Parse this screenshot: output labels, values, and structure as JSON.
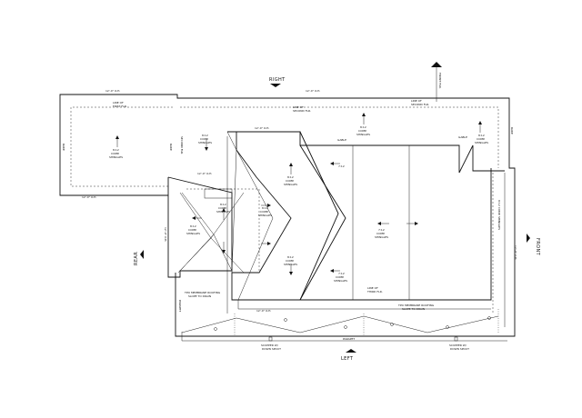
{
  "direction_labels": {
    "right": "RIGHT",
    "left": "LEFT",
    "front": "FRONT",
    "rear": "REAR"
  },
  "plan_notes": {
    "wall_line_upper": "LINE OF\nSECOND FLR.",
    "wall_line_upper_left": "LINE OF\nFIRST FLR.",
    "wall_line_third": "LINE OF\nTHIRD FLR.",
    "wall_line_third_lower": "LINE OF\nTHIRD FLR.",
    "roof_left_main": "8:12\nCOMP.\nSHINGLES",
    "roof_center_upper": "8:12\nCOMP.\nSHINGLES",
    "roof_small_upper": "8:12\nCOMP.\nSHINGLES",
    "roof_gable_left": "8:12\nCOMP.\nSHINGLES",
    "roof_mid_upper": "8:12\nCOMP.\nSHINGLES",
    "roof_mid_lower": "8:12\nCOMP.\nSHINGLES",
    "roof_right_main": "7:12\nCOMP.\nSHINGLES",
    "roof_right_small": "7:12",
    "roof_right_lower": "7:12\nCOMP.\nSHINGLES",
    "roof_far_right": "8:12\nCOMP.\nSHINGLES",
    "membrane_left": "TPO MEMBRANE ROOFING\nSLOPE TO DRAIN",
    "membrane_right": "TPO MEMBRANE ROOFING\nSLOPE TO DRAIN",
    "scupper_left": "SCUPPER W/\nDOWN SPOUT",
    "scupper_right": "SCUPPER W/\nDOWN SPOUT",
    "parapet": "PARAPET",
    "gable_top": "GABLE",
    "gable_right": "GABLE",
    "rake_left": "RAKE",
    "rake_mid": "RAKE",
    "rake_right": "RAKE",
    "first_flr_overhang": "1'-0\" O.H.",
    "overhang_top_left": "12'-0\" O.H.",
    "overhang_top_right": "12'-0\" O.H.",
    "overhang_left_bottom": "12'-0\" O.H.",
    "overhang_mid": "12'-0\" O.H.",
    "overhang_bottom_mid": "12'-0\" O.H.",
    "overhang_left_vertical": "12'-0\" O.H.",
    "overhang_right_vertical": "12'-0\" O.H.",
    "overhang_far_right": "12'-0\" O.H.",
    "second_flr_vert": "SECOND FLR.",
    "ridge_line": "FRONT FLR."
  }
}
